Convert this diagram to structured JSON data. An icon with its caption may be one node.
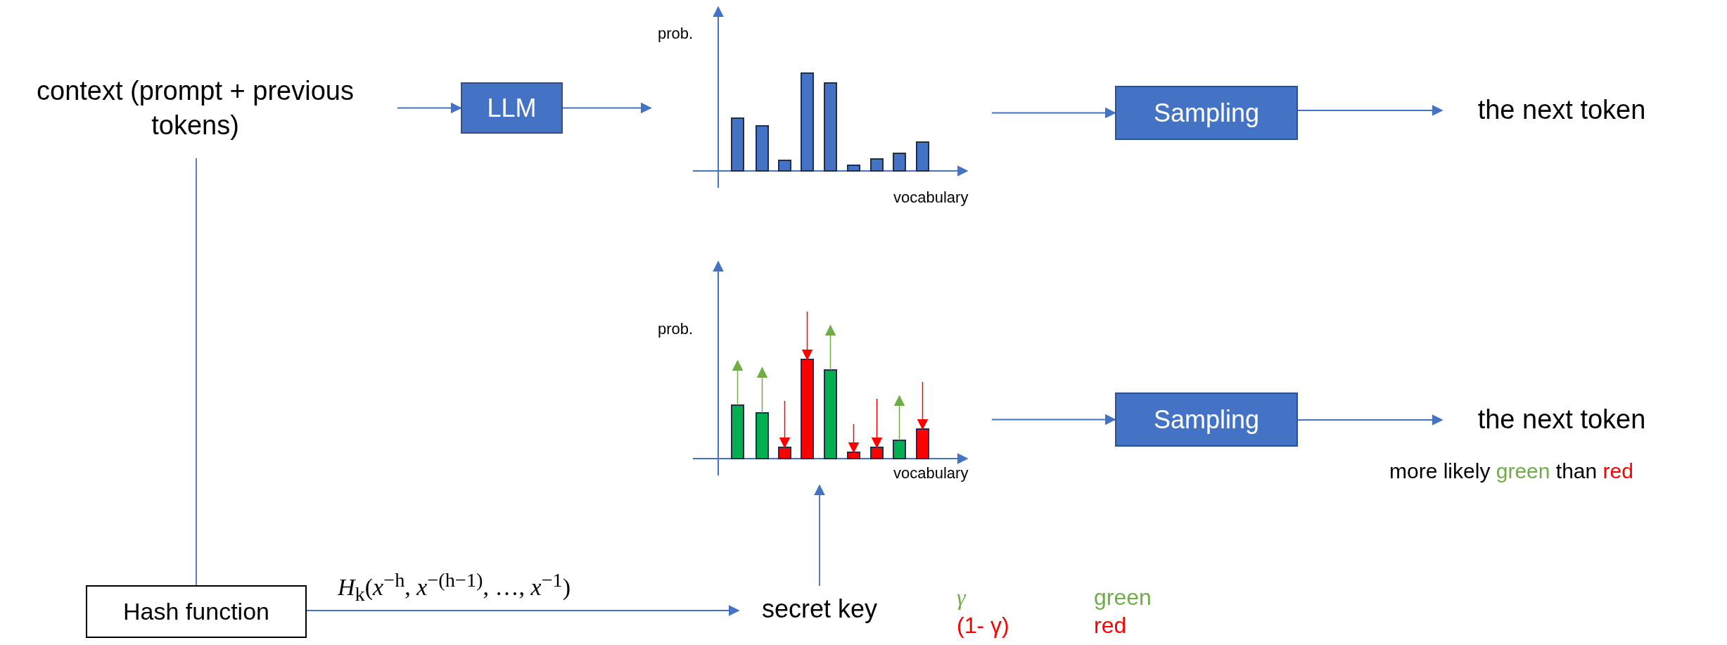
{
  "diagram": {
    "nodes": [
      {
        "text": [
          "context (prompt + previous tokens)"
        ]
      },
      {
        "text": [
          "LLM"
        ]
      },
      {
        "text": [
          "prob.",
          "vocabulary"
        ]
      },
      {
        "text": [
          "Sampling"
        ]
      },
      {
        "text": [
          "the next token"
        ]
      },
      {
        "text": [
          "prob.",
          "vocabulary"
        ]
      },
      {
        "text": [
          "Sampling"
        ]
      },
      {
        "text": [
          "the next token"
        ],
        "beside": [
          "more likely green than red"
        ]
      },
      {
        "text": [
          "Hash function"
        ]
      },
      {
        "text": [
          "secret key"
        ]
      }
    ],
    "edges": [
      {
        "from": 0,
        "to": 1,
        "arrow": "to"
      },
      {
        "from": 1,
        "to": 2,
        "arrow": "to"
      },
      {
        "from": 2,
        "to": 3,
        "arrow": "to"
      },
      {
        "from": 3,
        "to": 4,
        "arrow": "to"
      },
      {
        "from": 5,
        "to": 6,
        "arrow": "to"
      },
      {
        "from": 6,
        "to": 7,
        "arrow": "to"
      },
      {
        "from": 0,
        "to": 8,
        "arrow": "none"
      },
      {
        "from": 8,
        "to": 9,
        "arrow": "to",
        "label": "*H*$_{k}$(*x*$^{−h}$, *x*$^{−(h−1)}$, …, *x*$^{−1}$)"
      },
      {
        "from": 9,
        "to": 5,
        "arrow": "to"
      }
    ],
    "labels": [
      "γ",
      "green",
      "(1- γ)",
      "red"
    ]
  }
}
